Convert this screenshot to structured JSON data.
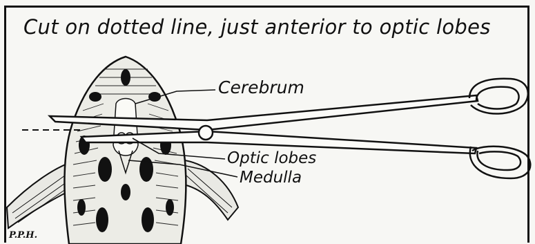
{
  "caption": "Cut on dotted line, just anterior to optic lobes",
  "labels": {
    "cerebrum": "Cerebrum",
    "optic_lobes": "Optic lobes",
    "medulla": "Medulla"
  },
  "initials": "P.P.H."
}
